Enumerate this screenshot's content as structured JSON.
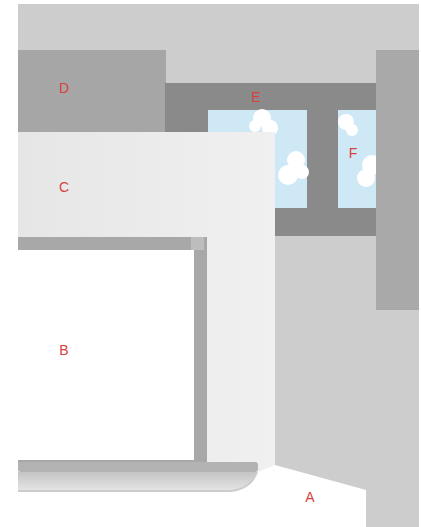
{
  "diagram": {
    "labels": [
      "D",
      "E",
      "F",
      "C",
      "B",
      "A"
    ]
  }
}
